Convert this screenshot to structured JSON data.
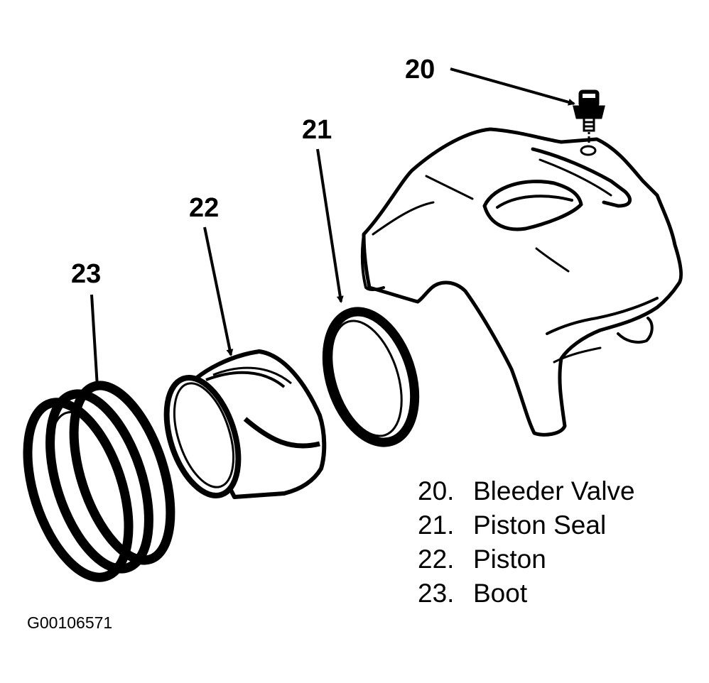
{
  "callouts": [
    {
      "number": "20",
      "part": "Bleeder Valve"
    },
    {
      "number": "21",
      "part": "Piston Seal"
    },
    {
      "number": "22",
      "part": "Piston"
    },
    {
      "number": "23",
      "part": "Boot"
    }
  ],
  "legend": [
    {
      "num": "20.",
      "label": "Bleeder Valve"
    },
    {
      "num": "21.",
      "label": "Piston Seal"
    },
    {
      "num": "22.",
      "label": "Piston"
    },
    {
      "num": "23.",
      "label": "Boot"
    }
  ],
  "figure_id": "G00106571",
  "colors": {
    "ink": "#000000",
    "paper": "#ffffff"
  }
}
